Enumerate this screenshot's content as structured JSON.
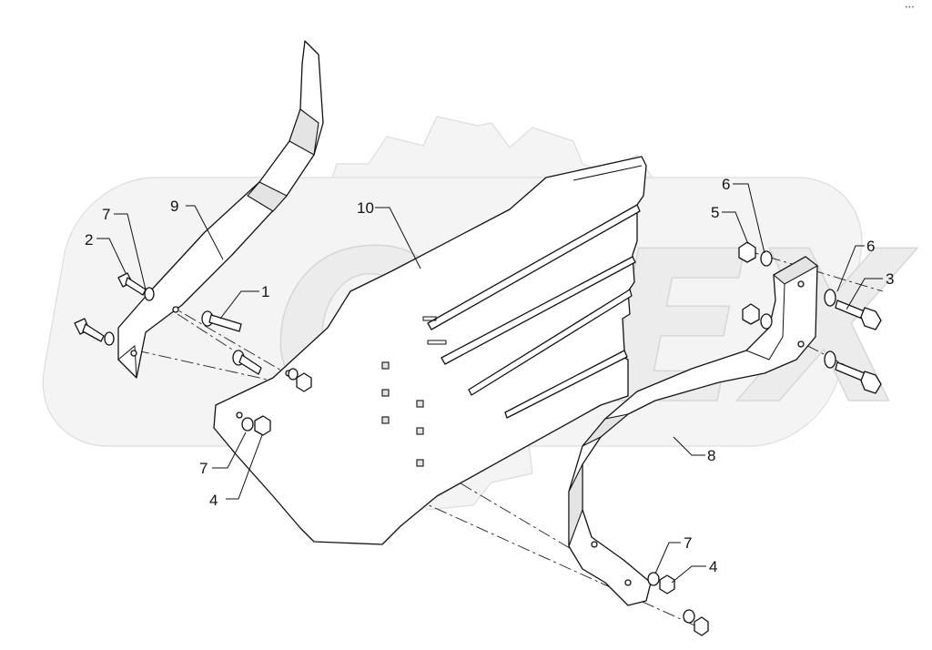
{
  "watermark": {
    "text": "OPEX"
  },
  "corner_mark": "•••",
  "callouts": [
    {
      "id": "c1",
      "label": "1"
    },
    {
      "id": "c2",
      "label": "2"
    },
    {
      "id": "c3",
      "label": "3"
    },
    {
      "id": "c4a",
      "label": "4"
    },
    {
      "id": "c4b",
      "label": "4"
    },
    {
      "id": "c5",
      "label": "5"
    },
    {
      "id": "c6a",
      "label": "6"
    },
    {
      "id": "c6b",
      "label": "6"
    },
    {
      "id": "c7a",
      "label": "7"
    },
    {
      "id": "c7b",
      "label": "7"
    },
    {
      "id": "c7c",
      "label": "7"
    },
    {
      "id": "c8",
      "label": "8"
    },
    {
      "id": "c9",
      "label": "9"
    },
    {
      "id": "c10",
      "label": "10"
    }
  ]
}
